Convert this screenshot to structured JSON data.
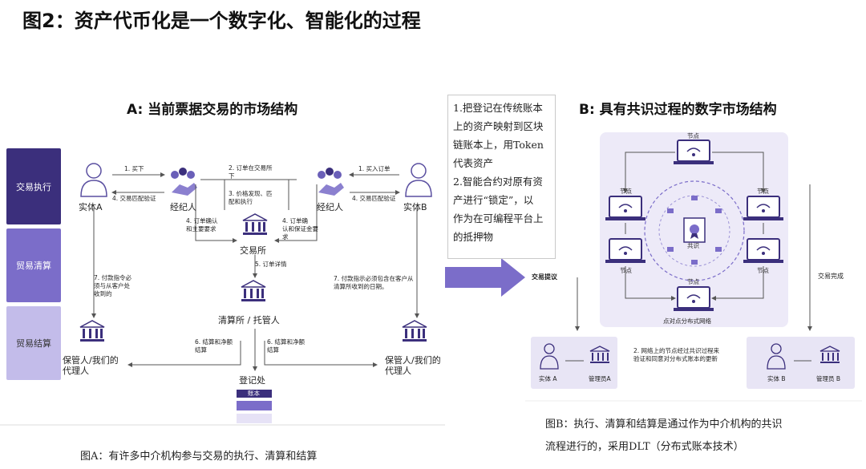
{
  "title": "图2：资产代币化是一个数字化、智能化的过程",
  "panel_a": {
    "title": "A: 当前票据交易的市场结构",
    "lanes": [
      "交易执行",
      "贸易清算",
      "贸易结算"
    ],
    "entities": {
      "entity_a": "实体A",
      "broker_left": "经纪人",
      "broker_right": "经纪人",
      "entity_b": "实体B",
      "exchange": "交易所",
      "clearing": "清算所 / 托管人",
      "custodian_left_1": "保管人/我们的",
      "custodian_left_2": "代理人",
      "custodian_right_1": "保管人/我们的",
      "custodian_right_2": "代理人",
      "registry": "登记处",
      "ledger": "账本"
    },
    "steps": {
      "buy": "1. 买下",
      "match_left": "4. 交易匹配验证",
      "order_on_exchange_1": "2. 订单在交易所",
      "order_on_exchange_2": "下",
      "price_discovery_1": "3. 价格发现、匹",
      "price_discovery_2": "配和执行",
      "buy_order": "1. 买入订单",
      "match_right": "4. 交易匹配验证",
      "confirm_left_1": "4. 订单确认",
      "confirm_left_2": "和主要要求",
      "confirm_right_1": "4. 订单确",
      "confirm_right_2": "认和保证金要",
      "confirm_right_3": "求",
      "order_details": "5. 订单详情",
      "payment_left_1": "7. 付款指令必",
      "payment_left_2": "须与从客户处",
      "payment_left_3": "收到的",
      "payment_right_1": "7. 付款指示必须包含在客户从",
      "payment_right_2": "清算所收到的日期。",
      "settle_left_1": "6. 结算和净额",
      "settle_left_2": "结算",
      "settle_right_1": "6. 结算和净额",
      "settle_right_2": "结算"
    },
    "caption": "图A：有许多中介机构参与交易的执行、清算和结算"
  },
  "note": {
    "lines": [
      "1.把登记在传统账本",
      "上的资产映射到区块",
      "链账本上，用Token",
      "代表资产",
      "2.智能合约对原有资",
      "产进行“锁定”，以",
      "作为在可编程平台上",
      "的抵押物"
    ]
  },
  "arrow_label": "交易提议",
  "panel_b": {
    "title": "B: 具有共识过程的数字市场结构",
    "node_label": "节点",
    "consensus": "共识",
    "network_label": "点对点分布式网络",
    "tx_complete": "交易完成",
    "update_text_1": "2. 网络上的节点经过共识过程来",
    "update_text_2": "验证和同意对分布式账本的更新",
    "entity_a": "实体 A",
    "manager_a": "管理员A",
    "entity_b": "实体 B",
    "manager_b": "管理员 B",
    "caption_1": "图B：执行、清算和结算是通过作为中介机构的共识",
    "caption_2": "流程进行的，采用DLT（分布式账本技术）"
  }
}
